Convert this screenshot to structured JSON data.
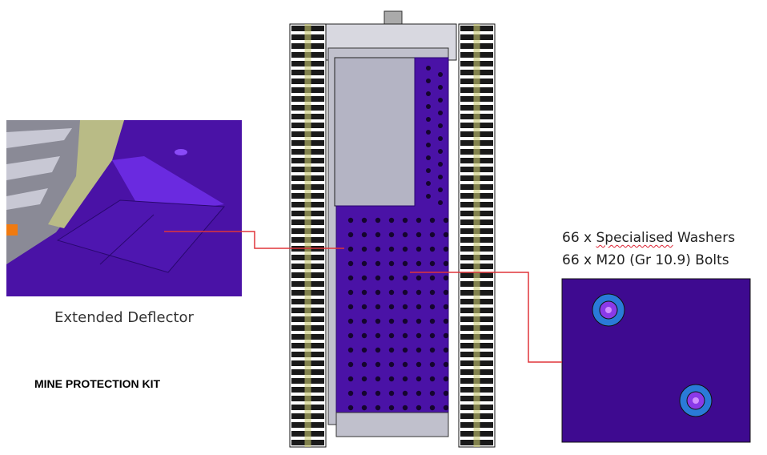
{
  "title": "MINE PROTECTION KIT",
  "left_detail": {
    "caption": "Extended Deflector"
  },
  "right_detail": {
    "line_1_count": "66 x ",
    "line_1_item": "Specialised",
    "line_1_rest": " Washers",
    "line_2": "66 x M20 (Gr 10.9) Bolts"
  },
  "colors": {
    "plate": "#4a12a6",
    "plate_light": "#7a3af0",
    "leader": "#e0353a",
    "track": "#1a1a1a",
    "hull": "#b8b8c8"
  }
}
